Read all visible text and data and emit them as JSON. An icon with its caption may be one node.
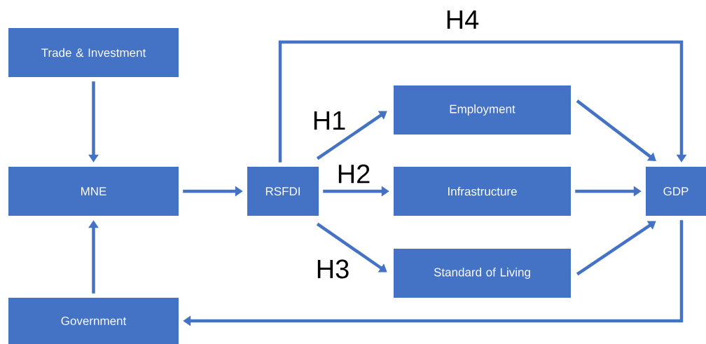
{
  "diagram": {
    "nodes": [
      {
        "text": [
          "Trade & Investment"
        ]
      },
      {
        "text": [
          "MNE"
        ]
      },
      {
        "text": [
          "Government"
        ]
      },
      {
        "text": [
          "RSFDI"
        ]
      },
      {
        "text": [
          "Employment"
        ]
      },
      {
        "text": [
          "Infrastructure"
        ]
      },
      {
        "text": [
          "Standard of Living"
        ]
      },
      {
        "text": [
          "GDP"
        ]
      }
    ],
    "edges": [
      {
        "from": 0,
        "to": 1,
        "arrow": "to"
      },
      {
        "from": 2,
        "to": 1,
        "arrow": "to"
      },
      {
        "from": 1,
        "to": 3,
        "arrow": "to"
      },
      {
        "from": 3,
        "to": 4,
        "arrow": "to",
        "label": "H1"
      },
      {
        "from": 3,
        "to": 5,
        "arrow": "to",
        "label": "H2"
      },
      {
        "from": 3,
        "to": 6,
        "arrow": "to",
        "label": "H3"
      },
      {
        "from": 4,
        "to": 7,
        "arrow": "to"
      },
      {
        "from": 5,
        "to": 7,
        "arrow": "to"
      },
      {
        "from": 6,
        "to": 7,
        "arrow": "to"
      },
      {
        "from": 3,
        "to": 7,
        "arrow": "to",
        "label": "H4"
      },
      {
        "from": 7,
        "to": 2,
        "arrow": "to"
      }
    ]
  }
}
